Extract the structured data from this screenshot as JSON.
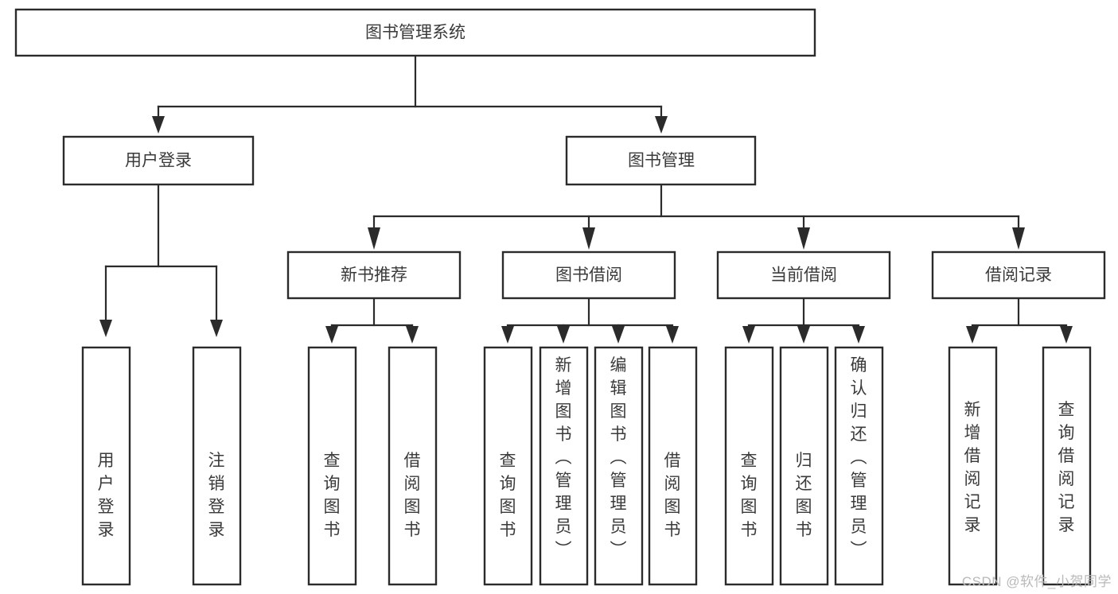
{
  "diagram": {
    "type": "tree",
    "title": "图书管理系统",
    "watermark": "CSDN @软件_小贺同学",
    "colors": {
      "box_border": "#2b2b2b",
      "box_fill": "#ffffff",
      "text": "#3a3a3a",
      "connector": "#2b2b2b",
      "watermark": "#b9b9b9",
      "background": "#ffffff"
    },
    "root": {
      "label": "图书管理系统"
    },
    "level2": [
      {
        "label": "用户登录"
      },
      {
        "label": "图书管理"
      }
    ],
    "level3": [
      {
        "label": "新书推荐"
      },
      {
        "label": "图书借阅"
      },
      {
        "label": "当前借阅"
      },
      {
        "label": "借阅记录"
      }
    ],
    "leaves": {
      "user_login": [
        {
          "label": "用户登录"
        },
        {
          "label": "注销登录"
        }
      ],
      "new_book_recommend": [
        {
          "label": "查询图书"
        },
        {
          "label": "借阅图书"
        }
      ],
      "book_borrow": [
        {
          "label": "查询图书"
        },
        {
          "label": "新增图书（管理员）"
        },
        {
          "label": "编辑图书（管理员）"
        },
        {
          "label": "借阅图书"
        }
      ],
      "current_borrow": [
        {
          "label": "查询图书"
        },
        {
          "label": "归还图书"
        },
        {
          "label": "确认归还（管理员）"
        }
      ],
      "borrow_record": [
        {
          "label": "新增借阅记录"
        },
        {
          "label": "查询借阅记录"
        }
      ]
    }
  }
}
